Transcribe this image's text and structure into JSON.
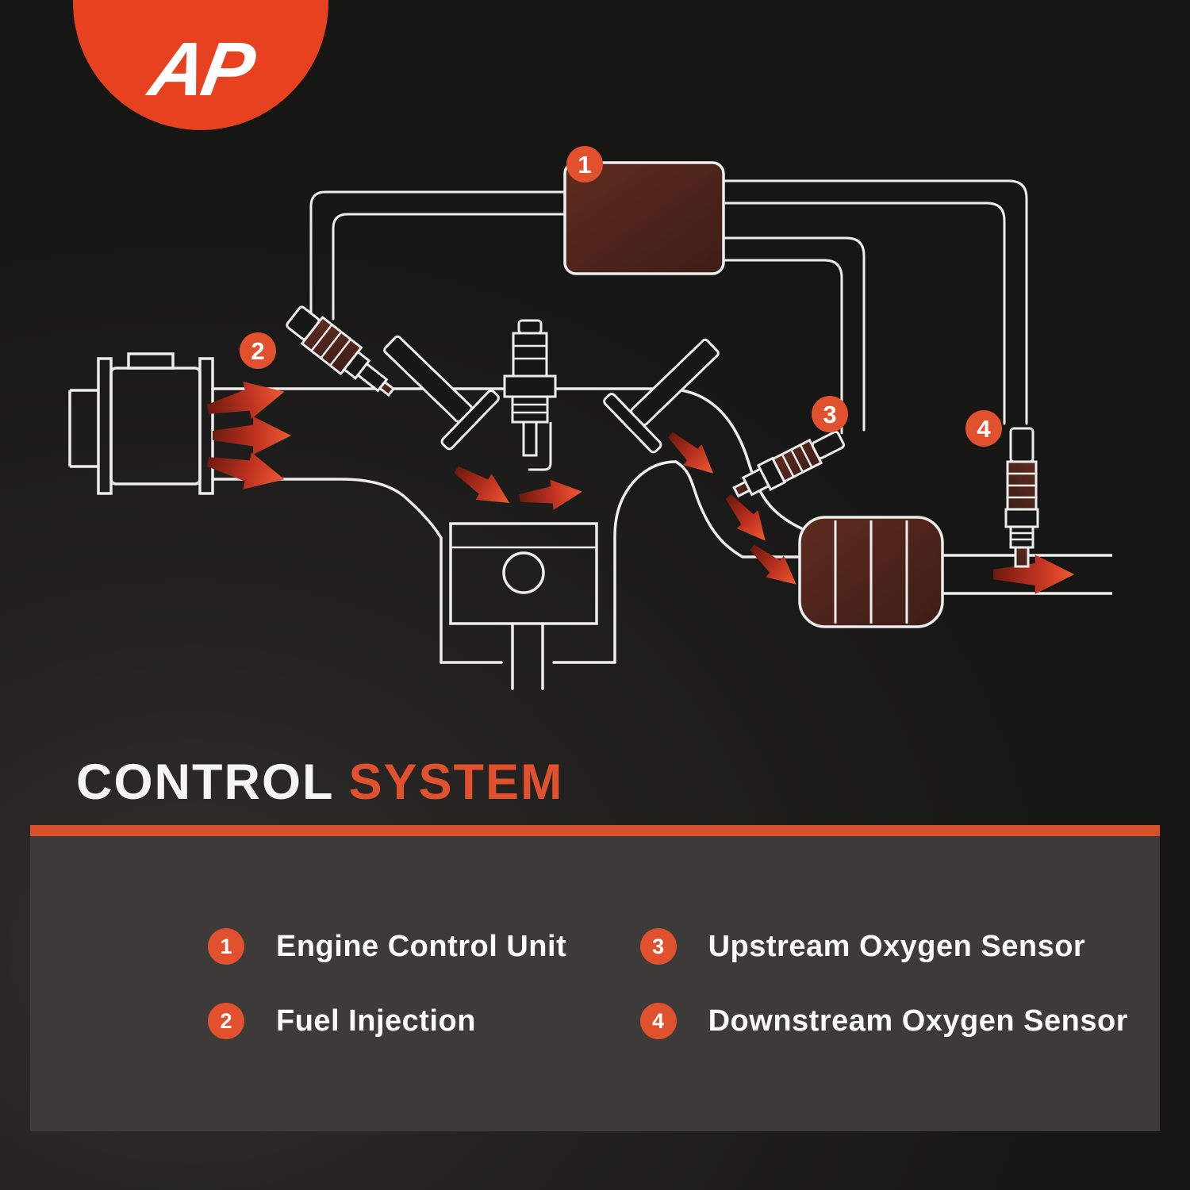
{
  "logo": {
    "monogram": "AP",
    "bg_color": "#e8411f"
  },
  "title": {
    "primary": "CONTROL",
    "secondary": "SYSTEM",
    "accent_color": "#e2512d"
  },
  "diagram": {
    "badge_labels": [
      "1",
      "2",
      "3",
      "4"
    ],
    "colors": {
      "outline": "#ededed",
      "arrow_red": "#e0452a",
      "component_maroon": "#4e241c",
      "badge": "#e2512d"
    }
  },
  "legend": {
    "accent_color": "#d7502c",
    "items": [
      {
        "num": "1",
        "label": "Engine Control Unit"
      },
      {
        "num": "2",
        "label": "Fuel Injection"
      },
      {
        "num": "3",
        "label": "Upstream Oxygen Sensor"
      },
      {
        "num": "4",
        "label": "Downstream Oxygen Sensor"
      }
    ]
  }
}
